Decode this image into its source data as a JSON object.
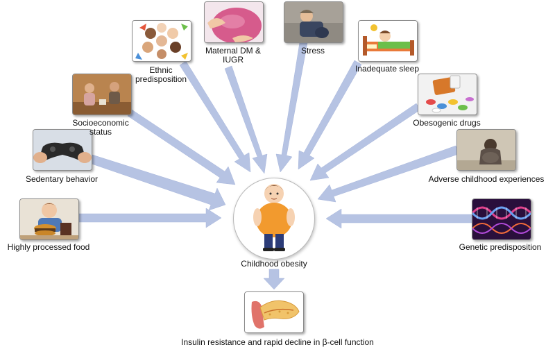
{
  "factors": [
    {
      "id": "highly-processed-food",
      "label": "Highly processed food",
      "icon": "burger-child-photo"
    },
    {
      "id": "sedentary-behavior",
      "label": "Sedentary behavior",
      "icon": "game-controller-photo"
    },
    {
      "id": "socioeconomic-status",
      "label": "Socioeconomic\nstatus",
      "icon": "poor-children-photo"
    },
    {
      "id": "ethnic-predisposition",
      "label": "Ethnic\npredisposition",
      "icon": "diverse-children-photo"
    },
    {
      "id": "maternal-dm-iugr",
      "label": "Maternal DM &\nIUGR",
      "icon": "pregnant-belly-photo"
    },
    {
      "id": "stress",
      "label": "Stress",
      "icon": "stressed-child-photo"
    },
    {
      "id": "inadequate-sleep",
      "label": "Inadequate sleep",
      "icon": "child-in-bed-icon"
    },
    {
      "id": "obesogenic-drugs",
      "label": "Obesogenic drugs",
      "icon": "pills-photo"
    },
    {
      "id": "adverse-childhood-experiences",
      "label": "Adverse childhood experiences",
      "icon": "sad-child-photo"
    },
    {
      "id": "genetic-predisposition",
      "label": "Genetic predisposition",
      "icon": "dna-helix-photo"
    }
  ],
  "center": {
    "label": "Childhood obesity",
    "icon": "obese-child-icon"
  },
  "outcome": {
    "label": "Insulin resistance and rapid decline in β-cell function",
    "icon": "pancreas-icon"
  },
  "colors": {
    "arrow": "#b6c3e3",
    "arrow_outline": "#a3b2d9"
  }
}
